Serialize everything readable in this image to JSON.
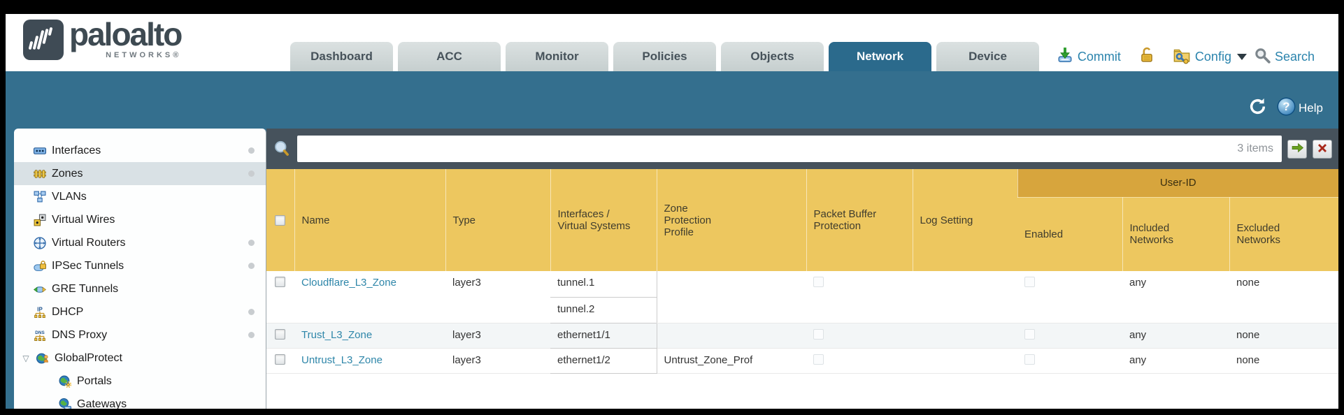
{
  "brand": {
    "name": "paloalto",
    "subtitle": "NETWORKS®"
  },
  "nav_tabs": [
    {
      "label": "Dashboard",
      "active": false
    },
    {
      "label": "ACC",
      "active": false
    },
    {
      "label": "Monitor",
      "active": false
    },
    {
      "label": "Policies",
      "active": false
    },
    {
      "label": "Objects",
      "active": false
    },
    {
      "label": "Network",
      "active": true
    },
    {
      "label": "Device",
      "active": false
    }
  ],
  "top_actions": {
    "commit": "Commit",
    "config": "Config",
    "search": "Search"
  },
  "band": {
    "help": "Help"
  },
  "sidebar": {
    "items": [
      {
        "label": "Interfaces",
        "icon": "interfaces-icon",
        "dot": true
      },
      {
        "label": "Zones",
        "icon": "zones-icon",
        "selected": true,
        "dot": true
      },
      {
        "label": "VLANs",
        "icon": "vlans-icon"
      },
      {
        "label": "Virtual Wires",
        "icon": "virtual-wires-icon"
      },
      {
        "label": "Virtual Routers",
        "icon": "virtual-routers-icon",
        "dot": true
      },
      {
        "label": "IPSec Tunnels",
        "icon": "ipsec-tunnels-icon",
        "dot": true
      },
      {
        "label": "GRE Tunnels",
        "icon": "gre-tunnels-icon"
      },
      {
        "label": "DHCP",
        "icon": "dhcp-icon",
        "dot": true
      },
      {
        "label": "DNS Proxy",
        "icon": "dns-proxy-icon",
        "dot": true
      },
      {
        "label": "GlobalProtect",
        "icon": "globalprotect-icon",
        "expanded": true
      },
      {
        "label": "Portals",
        "icon": "portals-icon",
        "indent": 1
      },
      {
        "label": "Gateways",
        "icon": "gateways-icon",
        "indent": 1
      }
    ]
  },
  "filter": {
    "value": "",
    "count_label": "3 items"
  },
  "table": {
    "group_header": "User-ID",
    "columns": [
      "Name",
      "Type",
      "Interfaces / Virtual Systems",
      "Zone Protection Profile",
      "Packet Buffer Protection",
      "Log Setting",
      "Enabled",
      "Included Networks",
      "Excluded Networks"
    ],
    "rows": [
      {
        "name": "Cloudflare_L3_Zone",
        "type": "layer3",
        "interfaces": [
          "tunnel.1",
          "tunnel.2"
        ],
        "zone_protection_profile": "",
        "packet_buffer_protection": false,
        "log_setting": "",
        "user_id_enabled": false,
        "included_networks": "any",
        "excluded_networks": "none"
      },
      {
        "name": "Trust_L3_Zone",
        "type": "layer3",
        "interfaces": [
          "ethernet1/1"
        ],
        "zone_protection_profile": "",
        "packet_buffer_protection": false,
        "log_setting": "",
        "user_id_enabled": false,
        "included_networks": "any",
        "excluded_networks": "none"
      },
      {
        "name": "Untrust_L3_Zone",
        "type": "layer3",
        "interfaces": [
          "ethernet1/2"
        ],
        "zone_protection_profile": "Untrust_Zone_Prof",
        "packet_buffer_protection": false,
        "log_setting": "",
        "user_id_enabled": false,
        "included_networks": "any",
        "excluded_networks": "none"
      }
    ]
  },
  "colors": {
    "accent_teal": "#346F8E",
    "active_tab": "#2B6A8C",
    "header_gold": "#EDC75F",
    "group_gold": "#D7A53D",
    "link": "#2E86A9",
    "filter_bar": "#46525C"
  }
}
